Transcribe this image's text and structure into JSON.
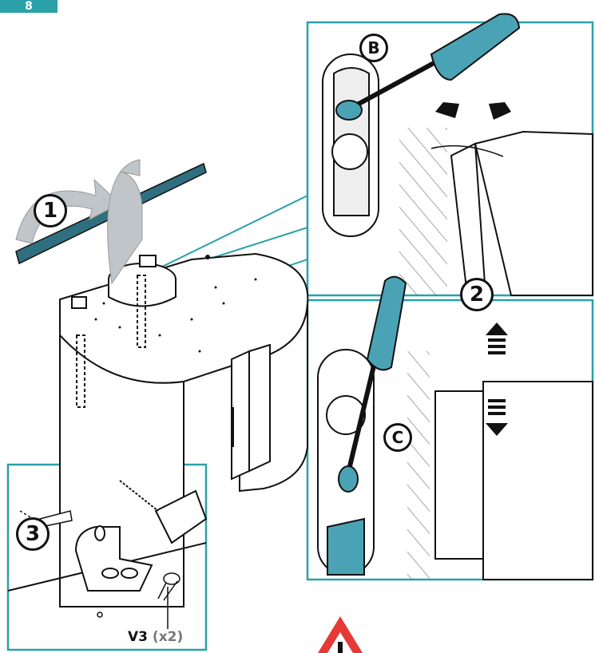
{
  "step": {
    "number": "8"
  },
  "callouts": {
    "step1": "1",
    "step2": "2",
    "step3": "3",
    "detail_b": "B",
    "detail_c": "C"
  },
  "screw": {
    "code": "V3",
    "quantity": "(x2)"
  },
  "colors": {
    "accent": "#2aa1a8",
    "screwdriver": "#4aa3b5",
    "rail": "#2f6f80",
    "arrow_grey": "#bfc5c8",
    "warning": "#e53935"
  },
  "icons": [
    "screwdriver-icon",
    "drill-icon",
    "warning-triangle-icon",
    "rotate-arrow-icon",
    "up-arrow-icon",
    "down-arrow-icon"
  ]
}
